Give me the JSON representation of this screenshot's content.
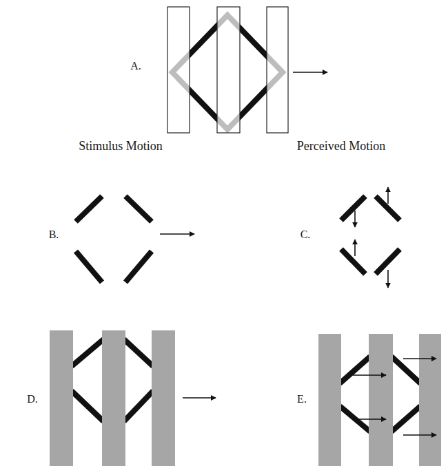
{
  "diagram": {
    "labels": [
      "A.",
      "Stimulus Motion",
      "Perceived Motion",
      "B.",
      "C.",
      "D.",
      "E."
    ]
  }
}
